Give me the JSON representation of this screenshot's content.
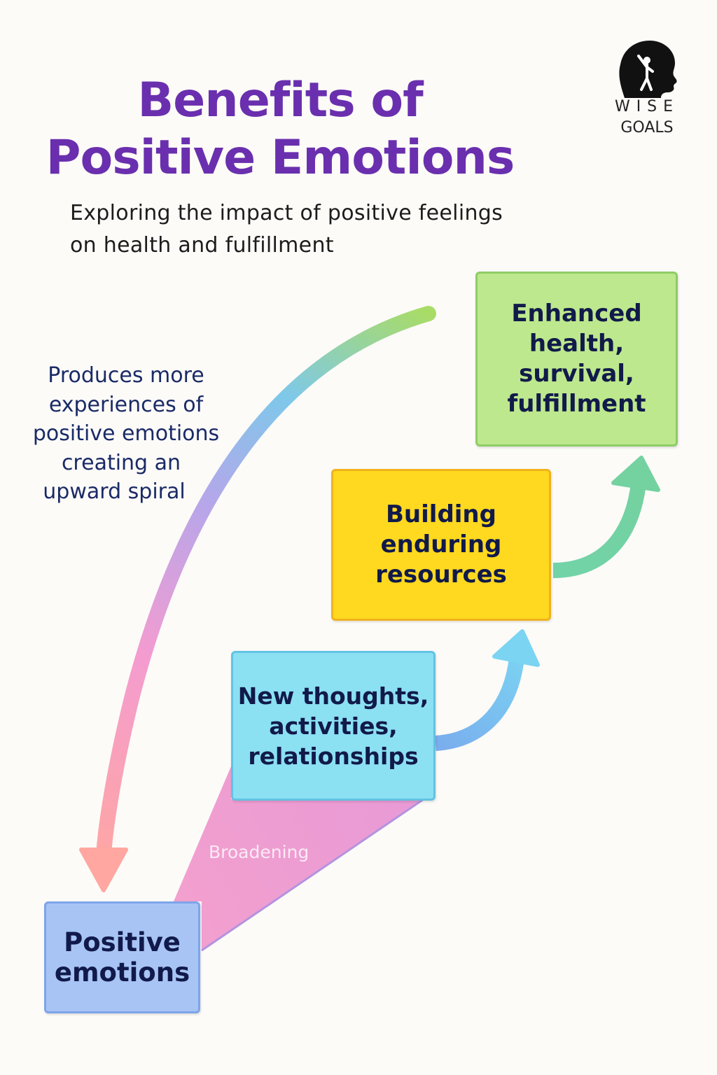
{
  "title": {
    "line1": "Benefits of",
    "line2": "Positive Emotions"
  },
  "subtitle": {
    "line1": "Exploring the impact of positive feelings",
    "line2": "on health and fulfillment"
  },
  "logo": {
    "word1": "WISE",
    "word2": "GOALS",
    "icon": "head-silhouette-with-climber-icon"
  },
  "spiral_label": {
    "lines": [
      "Produces more",
      "experiences of",
      "positive emotions",
      "creating an",
      "upward spiral"
    ]
  },
  "steps": {
    "positive_emotions": {
      "lines": [
        "Positive",
        "emotions"
      ]
    },
    "new_thoughts": {
      "lines": [
        "New thoughts,",
        "activities,",
        "relationships"
      ]
    },
    "building_resources": {
      "lines": [
        "Building",
        "enduring",
        "resources"
      ]
    },
    "enhanced_health": {
      "lines": [
        "Enhanced",
        "health,",
        "survival,",
        "fulfillment"
      ]
    }
  },
  "broadening_label": "Broadening",
  "colors": {
    "title": "#6a2fae",
    "positive_box": "#a7c4f4",
    "new_box": "#8be0f2",
    "building_box": "#fed91f",
    "enhanced_box": "#bde88d",
    "broadening_wedge": "#f19bcf",
    "spiral_gradient": [
      "#ffa7a0",
      "#f49cd0",
      "#b6a6ea",
      "#7ec8ea",
      "#a9dc66"
    ],
    "arrow_blue": "#7cc8ee",
    "arrow_green": "#6fd0a6"
  }
}
